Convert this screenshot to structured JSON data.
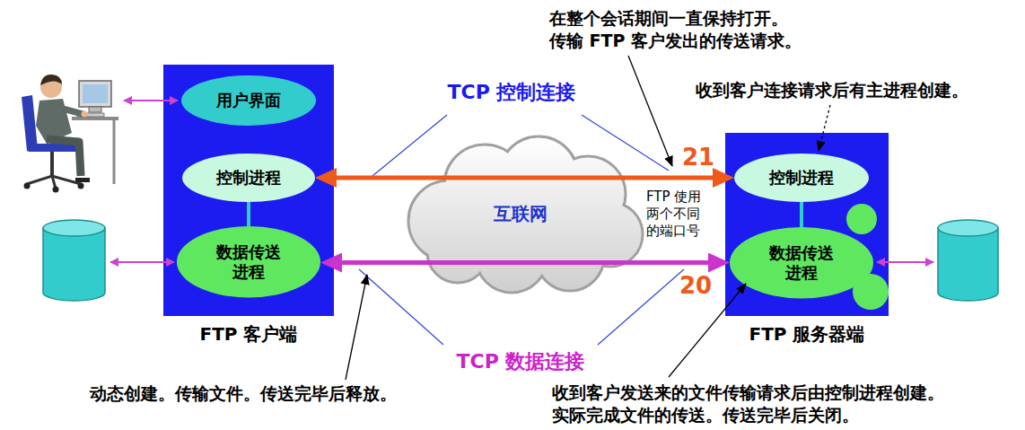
{
  "diagram": {
    "nodes": [
      {
        "text": [
          "FTP 客户端"
        ]
      },
      {
        "text": [
          "用户界面"
        ],
        "in": 0
      },
      {
        "text": [
          "控制进程"
        ],
        "in": 0
      },
      {
        "text": [
          "数据传送 进程"
        ],
        "in": 0
      },
      {
        "text": [
          "互联网"
        ]
      },
      {
        "text": [
          "FTP 服务器端"
        ]
      },
      {
        "text": [
          "控制进程"
        ],
        "in": 5
      },
      {
        "text": [
          "数据传送 进程"
        ],
        "in": 5
      }
    ],
    "edges": [
      {
        "from": 2,
        "to": 6,
        "arrow": "both"
      },
      {
        "from": 3,
        "to": 7,
        "arrow": "both"
      },
      {
        "from": 2,
        "to": 3,
        "arrow": "none"
      },
      {
        "from": 6,
        "to": 7,
        "arrow": "none"
      }
    ],
    "labels": [
      "在整个会话期间一直保持打开。",
      "传输 FTP 客户发出的传送请求。",
      "TCP 控制连接",
      "收到客户连接请求后有主进程创建。",
      "21",
      "FTP 使用 两个不同 的端口号",
      "20",
      "TCP 数据连接",
      "动态创建。传输文件。传送完毕后释放。",
      "收到客户发送来的文件传输请求后由控制进程创建。",
      "实际完成文件的传送。传送完毕后关闭。"
    ]
  }
}
